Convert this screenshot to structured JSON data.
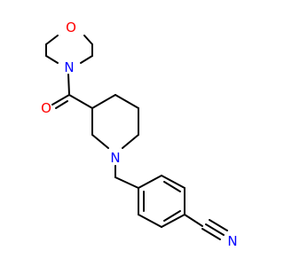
{
  "atoms": {
    "morpholine_O": {
      "label": "O",
      "color": "#ff0000"
    },
    "morpholine_N": {
      "label": "N",
      "color": "#0000ff"
    },
    "carbonyl_O": {
      "label": "O",
      "color": "#ff0000"
    },
    "piperidine_N": {
      "label": "N",
      "color": "#0000ff"
    },
    "nitrile_N": {
      "label": "N",
      "color": "#0000ff"
    }
  },
  "bond_color": "#000000"
}
